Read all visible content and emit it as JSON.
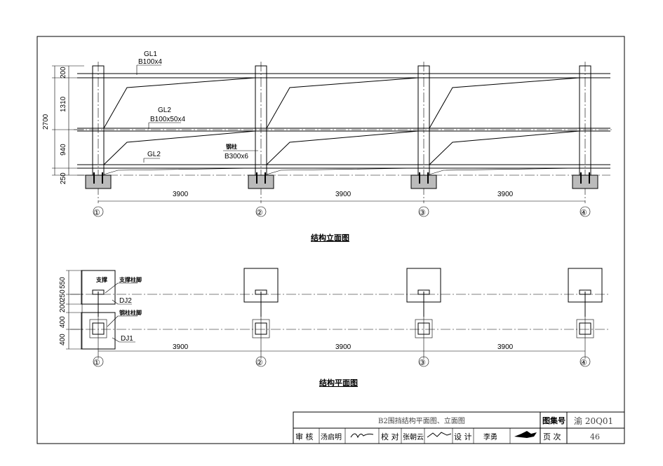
{
  "elevation": {
    "title": "结构立面图",
    "labels": {
      "gl1": "GL1",
      "gl1_section": "B100x4",
      "gl2_mid": "GL2",
      "gl2_mid_section": "B100x50x4",
      "gl2_low": "GL2",
      "column": "钢柱",
      "column_section": "B300x6"
    },
    "vertical_dims": [
      "200",
      "1310",
      "940",
      "250"
    ],
    "total_height": "2700",
    "spans": [
      "3900",
      "3900",
      "3900"
    ],
    "axes": [
      "①",
      "②",
      "③",
      "④"
    ]
  },
  "plan": {
    "title": "结构平面图",
    "labels": {
      "brace": "支撑",
      "brace_base": "支撑柱脚",
      "dj2": "DJ2",
      "column_base": "钢柱柱脚",
      "dj1": "DJ1"
    },
    "vertical_dims": [
      "550",
      "250",
      "200",
      "400",
      "400"
    ],
    "spans": [
      "3900",
      "3900",
      "3900"
    ],
    "axes": [
      "①",
      "②",
      "③",
      "④"
    ]
  },
  "title_block": {
    "drawing_title": "B2围挡结构平面图、立面图",
    "atlas_label": "图集号",
    "atlas_no": "渝 20Q01",
    "page_label": "页 次",
    "page_no": "46",
    "review_label": "审 核",
    "reviewer": "汤启明",
    "check_label": "校 对",
    "checker": "张朝云",
    "design_label": "设 计",
    "designer": "李勇"
  }
}
